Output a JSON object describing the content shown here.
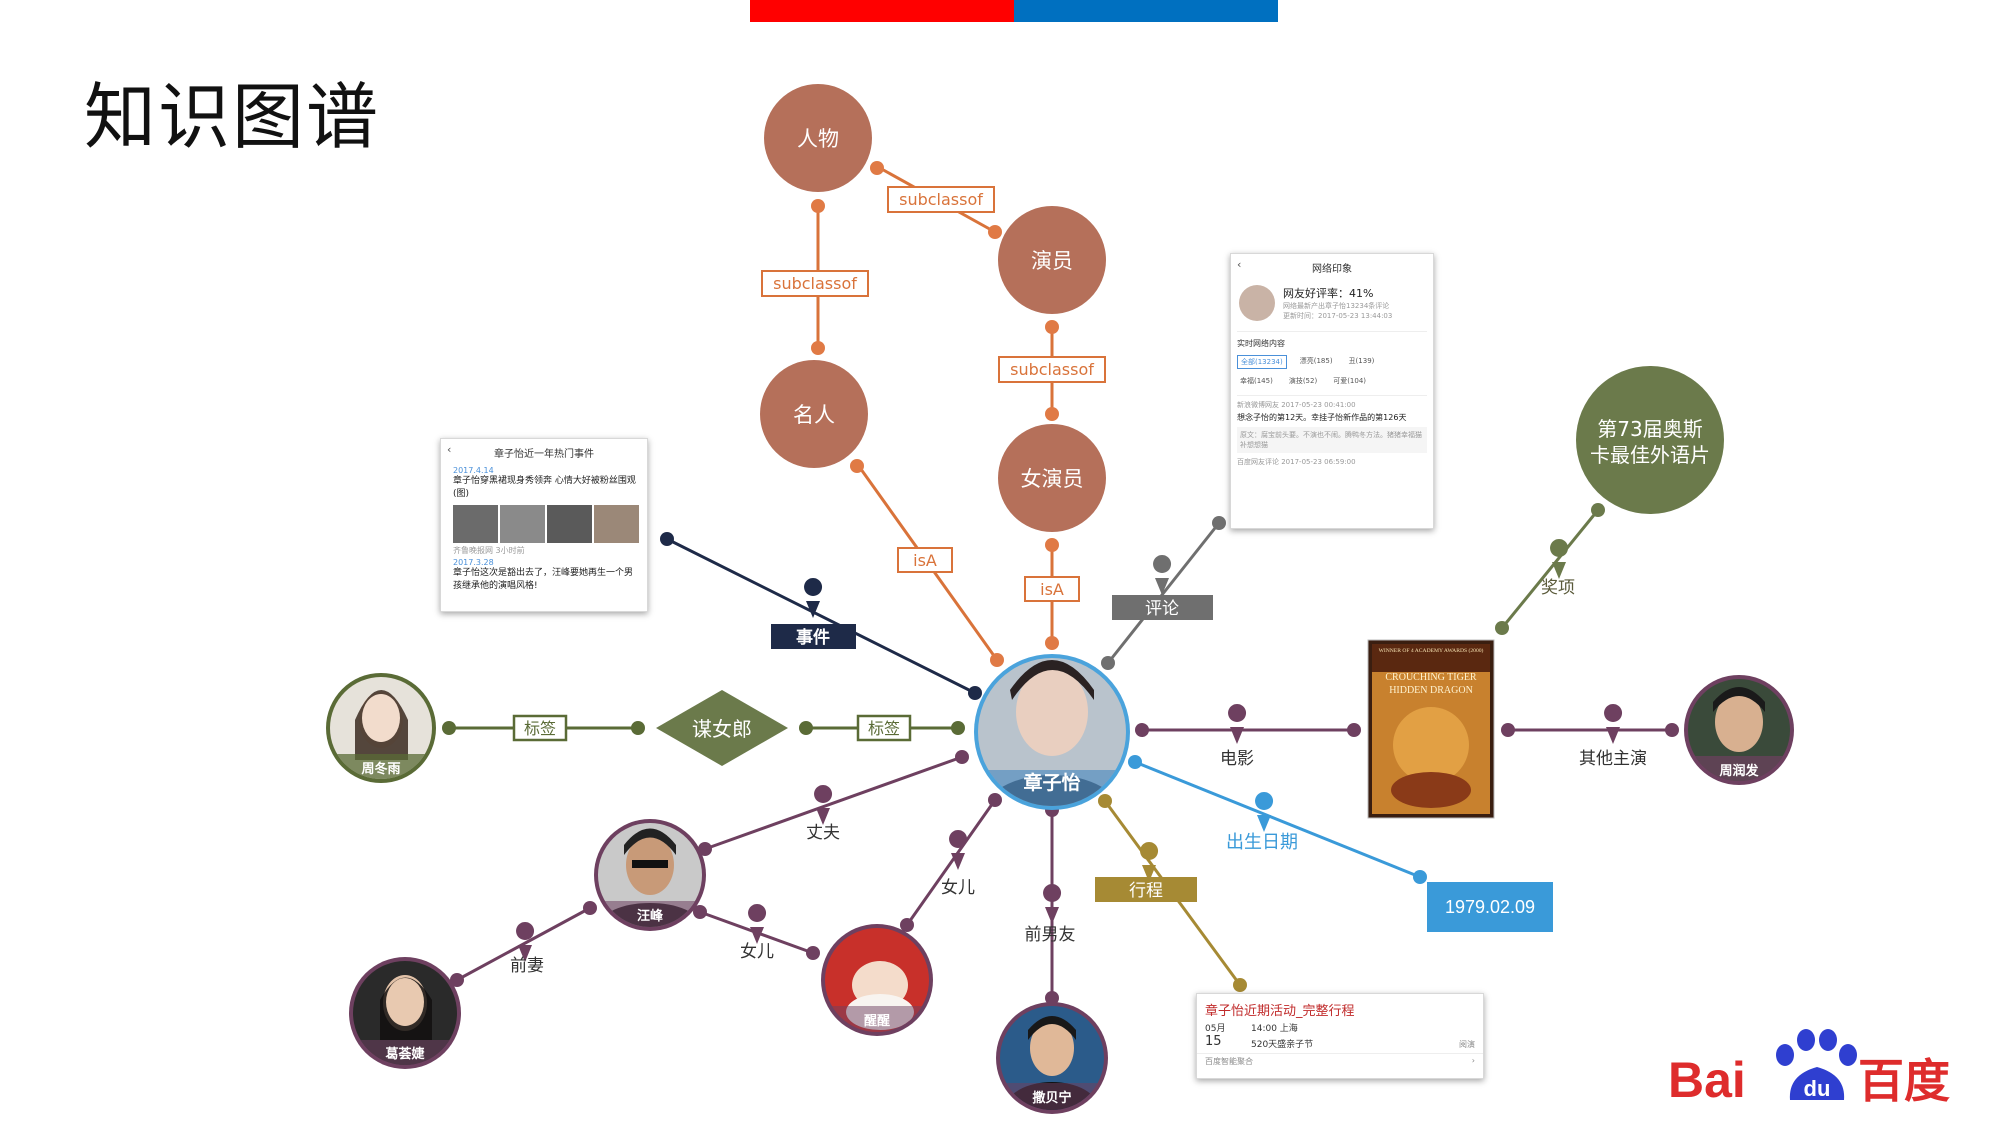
{
  "title": "知识图谱",
  "colors": {
    "brown_node": "#b5705a",
    "orange": "#d9633a",
    "navy": "#1e2a48",
    "olive": "#6b7a4b",
    "green_label": "#5a6b36",
    "purple": "#6e4060",
    "blue": "#3a9ad9",
    "gold": "#a68a34",
    "gray": "#777777",
    "red": "#ff0000",
    "bar_blue": "#0070c0"
  },
  "nodes": {
    "person": "人物",
    "actor": "演员",
    "celebrity": "名人",
    "actress": "女演员",
    "center": "章子怡",
    "tag_node": "谋女郎",
    "award": "第73届奥斯卡最佳外语片",
    "zhou_dongyu": "周冬雨",
    "chow_yun_fat": "周润发",
    "wang_feng": "汪峰",
    "ge_huijie": "葛荟婕",
    "xing_xing": "醒醒",
    "cheng_beining": "撒贝宁"
  },
  "edges": {
    "subclassof_1": "subclassof",
    "subclassof_2": "subclassof",
    "subclassof_3": "subclassof",
    "isa_1": "isA",
    "isa_2": "isA",
    "event": "事件",
    "comment": "评论",
    "award": "奖项",
    "movie": "电影",
    "co_star": "其他主演",
    "tag_left": "标签",
    "tag_right": "标签",
    "husband": "丈夫",
    "daughter_1": "女儿",
    "daughter_2": "女儿",
    "ex_wife": "前妻",
    "ex_boyfriend": "前男友",
    "itinerary": "行程",
    "birth_date": "出生日期"
  },
  "birth_date_value": "1979.02.09",
  "news_card": {
    "header": "章子怡近一年热门事件",
    "item1_date": "2017.4.14",
    "item1_text": "章子怡穿黑裙现身秀领奔 心情大好被粉丝围观(图)",
    "item1_source": "齐鲁晚报网  3小时前",
    "item2_date": "2017.3.28",
    "item2_text": "章子怡这次是豁出去了，汪峰要她再生一个男孩继承他的演唱风格!"
  },
  "review_card": {
    "header": "网络印象",
    "rating": "网友好评率：41%",
    "sub1": "网络最新产出章子怡13234条评论",
    "sub2": "更新时间：2017-05-23 13:44:03",
    "section": "实时网络内容",
    "tabs": [
      "全部(13234)",
      "漂亮(185)",
      "丑(139)"
    ],
    "tabs2": [
      "幸福(145)",
      "演技(52)",
      "可爱(104)"
    ],
    "post1_meta": "新浪微博网友  2017-05-23 00:41:00",
    "post1_text": "想念子怡的第12天。幸挂子怡新作品的第126天",
    "post1_quote": "原文：腐宝前头要。不演也不闹。腾鸭冬方法。猪猪幸福猫 补想想猫",
    "post2_meta": "百度网友评论  2017-05-23 06:59:00"
  },
  "schedule_card": {
    "title": "章子怡近期活动_完整行程",
    "month": "05月",
    "day": "15",
    "time": "14:00  上海",
    "event": "520天盛亲子节",
    "status": "阅演",
    "footer": "百度智能聚合"
  },
  "movie_poster": {
    "award_line": "WINNER OF 4 ACADEMY AWARDS (2000)",
    "title_line1": "CROUCHING TIGER",
    "title_line2": "HIDDEN DRAGON"
  },
  "logo": {
    "text_left": "Bai",
    "text_du": "du",
    "text_cn": "百度"
  }
}
